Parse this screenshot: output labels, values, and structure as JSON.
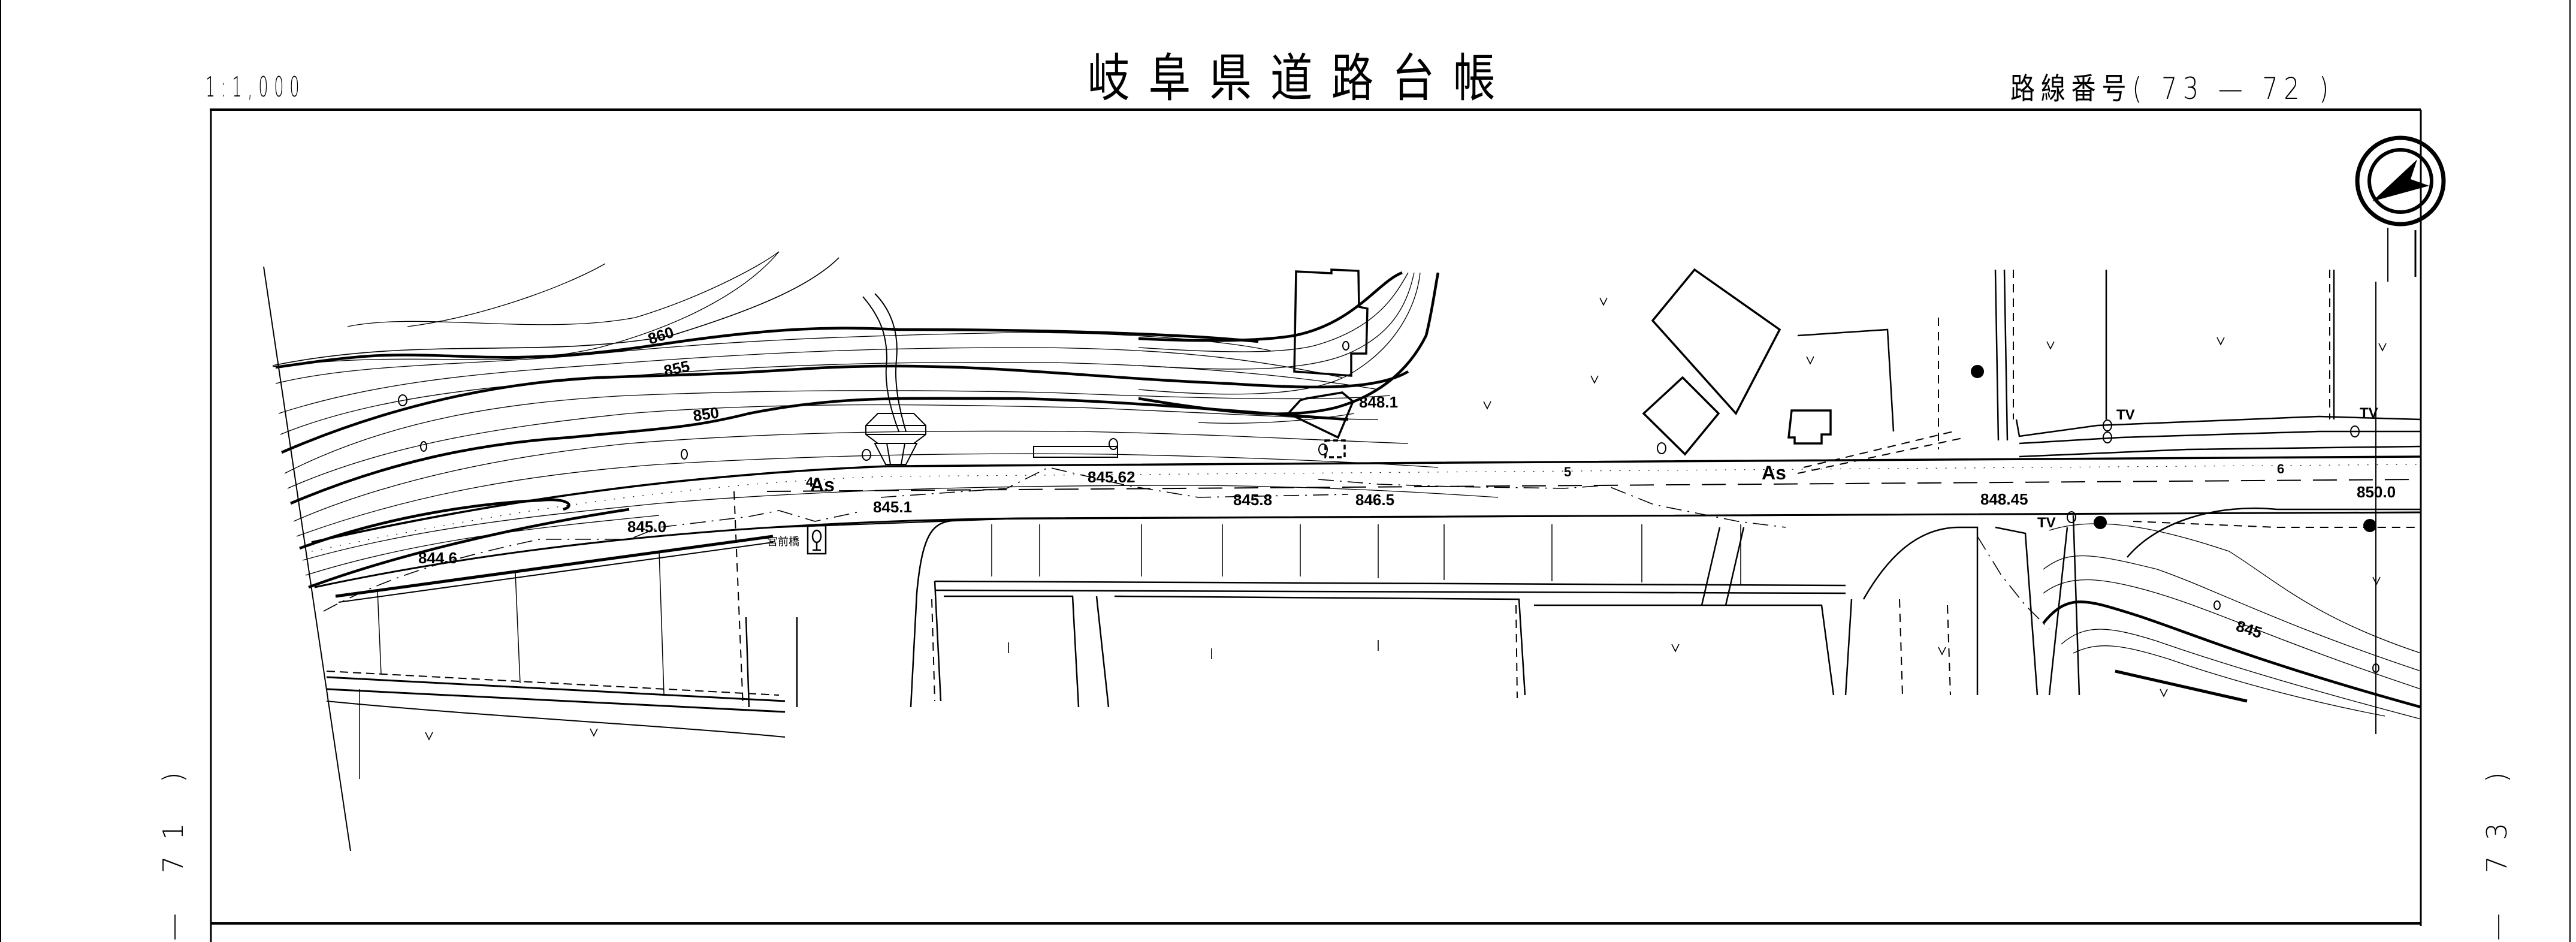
{
  "header": {
    "scale": "1:1,000",
    "title": "岐阜県道路台帳",
    "route_label": "路線番号( 73 — 72 )",
    "route_prefix": "路線番号",
    "route_from": "73",
    "route_to": "72"
  },
  "adjacent_sheets": {
    "left": "— 71 )",
    "right": "— 73 )"
  },
  "north_arrow": {
    "icon": "north-arrow-icon"
  },
  "contours": {
    "labels": [
      "860",
      "855",
      "850",
      "845"
    ]
  },
  "spot_elevations": [
    "844.6",
    "845.0",
    "845.1",
    "845.62",
    "845.8",
    "846.5",
    "848.1",
    "848.45",
    "850.0"
  ],
  "stations": [
    "4",
    "5",
    "6"
  ],
  "surface_labels": [
    "As",
    "As"
  ],
  "bridge": {
    "name": "宮前橋"
  },
  "utilities": {
    "tv_labels": [
      "TV",
      "TV",
      "TV"
    ]
  }
}
